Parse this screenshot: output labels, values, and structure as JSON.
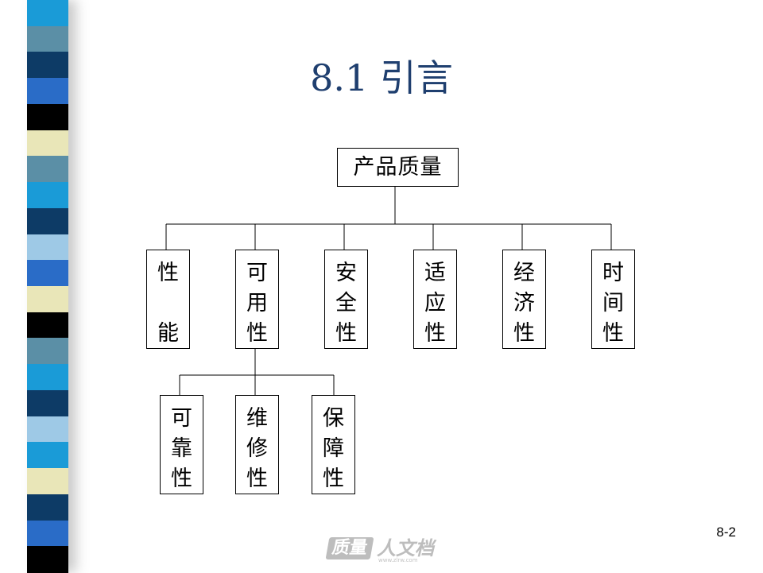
{
  "title": "8.1 引言",
  "root": "产品质量",
  "level1": [
    {
      "chars": [
        "性",
        "",
        "能"
      ]
    },
    {
      "chars": [
        "可",
        "用",
        "性"
      ]
    },
    {
      "chars": [
        "安",
        "全",
        "性"
      ]
    },
    {
      "chars": [
        "适",
        "应",
        "性"
      ]
    },
    {
      "chars": [
        "经",
        "济",
        "性"
      ]
    },
    {
      "chars": [
        "时",
        "间",
        "性"
      ]
    }
  ],
  "level2": [
    {
      "chars": [
        "可",
        "靠",
        "性"
      ]
    },
    {
      "chars": [
        "维",
        "修",
        "性"
      ]
    },
    {
      "chars": [
        "保",
        "障",
        "性"
      ]
    }
  ],
  "page_number": "8-2",
  "watermark": {
    "badge": "质量",
    "text": "人文档",
    "url": "www.zlrw.com"
  },
  "stripe_colors": [
    "#1a9bd7",
    "#5b8fa6",
    "#0d3b66",
    "#2a6cc7",
    "#000000",
    "#e9e6b8",
    "#5b8fa6",
    "#1a9bd7",
    "#0d3b66",
    "#9ec9e6",
    "#2a6cc7",
    "#e9e6b8",
    "#000000",
    "#5b8fa6",
    "#1a9bd7",
    "#0d3b66",
    "#9ec9e6",
    "#1a9bd7",
    "#e9e6b8",
    "#0d3b66",
    "#2a6cc7",
    "#000000"
  ]
}
